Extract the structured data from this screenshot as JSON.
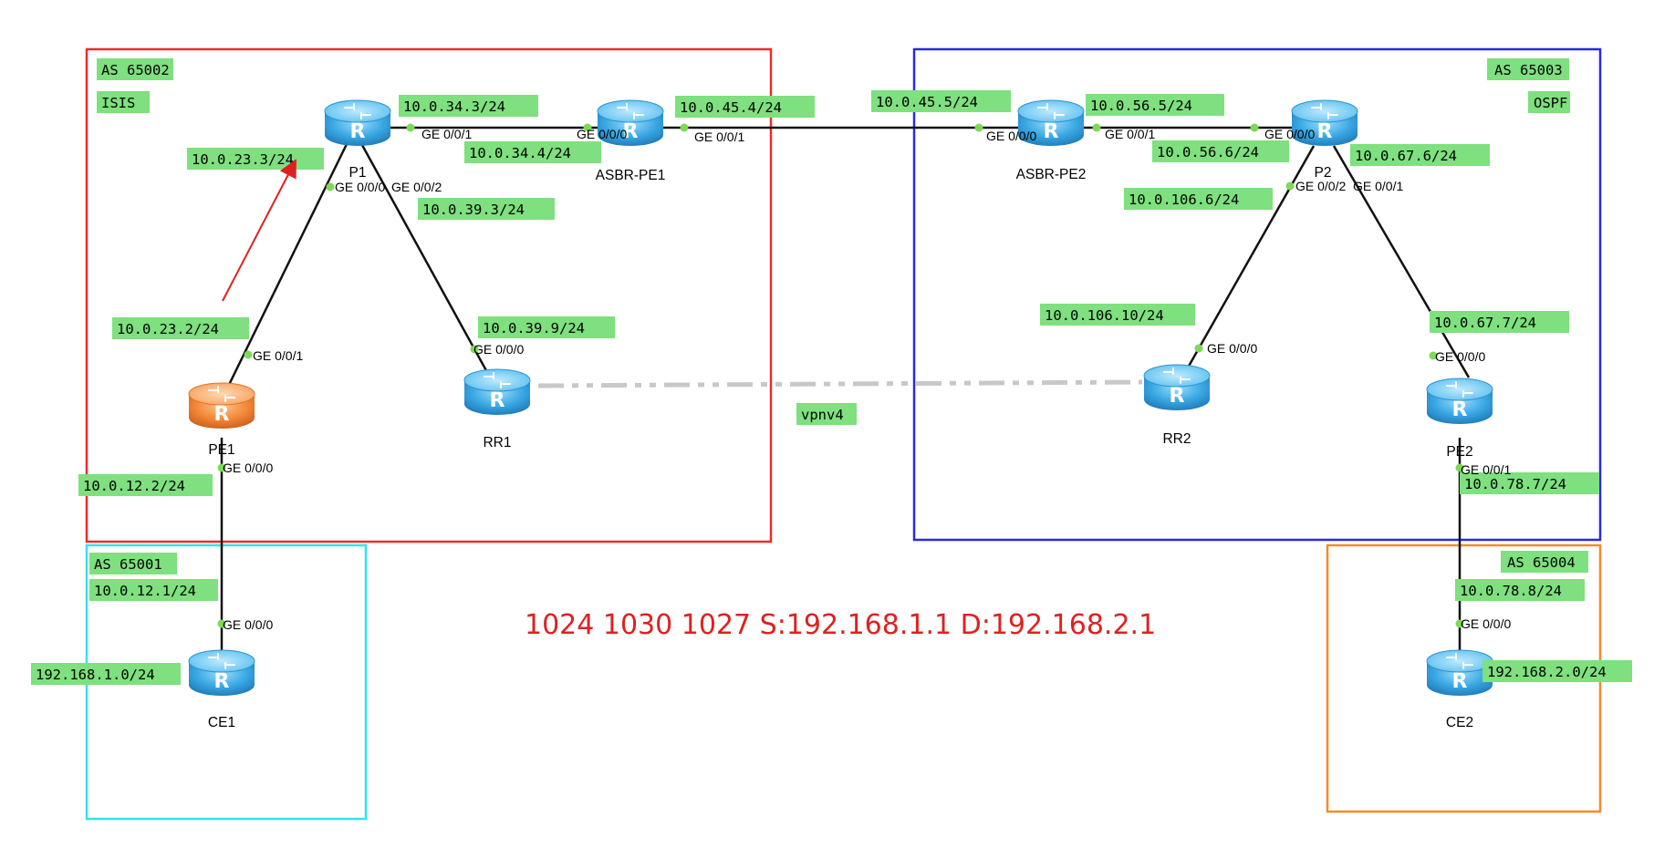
{
  "colors": {
    "as_65002": "#ee2b2b",
    "as_65003": "#2a2ae0",
    "as_65001": "#35e3ee",
    "as_65004": "#f28c28",
    "label_bg": "#7ee07e",
    "link": "#111111",
    "vpnv4_link": "#c8c8c8",
    "port_dot": "#7ed957",
    "router_blue": "#39a9e6",
    "router_orange": "#f08030",
    "note": "#e02020"
  },
  "as_regions": [
    {
      "id": "as65002",
      "as": "AS 65002",
      "protocol": "ISIS"
    },
    {
      "id": "as65003",
      "as": "AS 65003",
      "protocol": "OSPF"
    },
    {
      "id": "as65001",
      "as": "AS 65001",
      "protocol": ""
    },
    {
      "id": "as65004",
      "as": "AS 65004",
      "protocol": ""
    }
  ],
  "routers": [
    {
      "id": "p1",
      "name": "P1",
      "icon": "router-icon-blue"
    },
    {
      "id": "asbr_pe1",
      "name": "ASBR-PE1",
      "icon": "router-icon-blue"
    },
    {
      "id": "asbr_pe2",
      "name": "ASBR-PE2",
      "icon": "router-icon-blue"
    },
    {
      "id": "p2",
      "name": "P2",
      "icon": "router-icon-blue"
    },
    {
      "id": "pe1",
      "name": "PE1",
      "icon": "router-icon-orange"
    },
    {
      "id": "rr1",
      "name": "RR1",
      "icon": "router-icon-blue"
    },
    {
      "id": "rr2",
      "name": "RR2",
      "icon": "router-icon-blue"
    },
    {
      "id": "pe2",
      "name": "PE2",
      "icon": "router-icon-blue"
    },
    {
      "id": "ce1",
      "name": "CE1",
      "icon": "router-icon-blue"
    },
    {
      "id": "ce2",
      "name": "CE2",
      "icon": "router-icon-blue"
    }
  ],
  "links": [
    {
      "id": "p1-asbrpe1",
      "type": "physical"
    },
    {
      "id": "asbrpe1-asbrpe2",
      "type": "physical"
    },
    {
      "id": "asbrpe2-p2",
      "type": "physical"
    },
    {
      "id": "p1-pe1",
      "type": "physical"
    },
    {
      "id": "p1-rr1",
      "type": "physical"
    },
    {
      "id": "p2-rr2",
      "type": "physical"
    },
    {
      "id": "p2-pe2",
      "type": "physical"
    },
    {
      "id": "pe1-ce1",
      "type": "physical"
    },
    {
      "id": "pe2-ce2",
      "type": "physical"
    },
    {
      "id": "rr1-rr2",
      "type": "vpnv4"
    }
  ],
  "ip_labels": {
    "p1_asbr": "10.0.34.3/24",
    "asbr1_p1": "10.0.34.4/24",
    "asbr1_out": "10.0.45.4/24",
    "asbr2_in": "10.0.45.5/24",
    "asbr2_p2": "10.0.56.5/24",
    "p2_asbr": "10.0.56.6/24",
    "p2_pe2": "10.0.67.6/24",
    "p2_rr2": "10.0.106.6/24",
    "rr2_p2": "10.0.106.10/24",
    "pe2_p2": "10.0.67.7/24",
    "pe2_ce": "10.0.78.7/24",
    "ce2_pe": "10.0.78.8/24",
    "ce2_lan": "192.168.2.0/24",
    "p1_pe1": "10.0.23.3/24",
    "p1_rr1": "10.0.39.3/24",
    "pe1_p1": "10.0.23.2/24",
    "rr1_p1": "10.0.39.9/24",
    "pe1_ce": "10.0.12.2/24",
    "ce1_pe": "10.0.12.1/24",
    "ce1_lan": "192.168.1.0/24",
    "vpnv4": "vpnv4"
  },
  "ports": {
    "p1_to_asbr": "GE 0/0/1",
    "asbr1_to_p1": "GE 0/0/0",
    "asbr1_to_asbr2": "GE 0/0/1",
    "asbr2_to_asbr1": "GE 0/0/0",
    "asbr2_to_p2": "GE 0/0/1",
    "p2_to_asbr2": "GE 0/0/0",
    "p1_to_pe1": "GE 0/0/0",
    "p1_to_rr1": "GE 0/0/2",
    "p2_to_rr2": "GE 0/0/2",
    "p2_to_pe2": "GE 0/0/1",
    "pe1_to_p1": "GE 0/0/1",
    "rr1_to_p1": "GE 0/0/0",
    "rr2_to_p2": "GE 0/0/0",
    "pe2_to_p2": "GE 0/0/0",
    "pe1_to_ce1": "GE 0/0/0",
    "pe2_to_ce2": "GE 0/0/1",
    "ce1_to_pe1": "GE 0/0/0",
    "ce2_to_pe2": "GE 0/0/0"
  },
  "annotation": {
    "note": "1024 1030 1027 S:192.168.1.1 D:192.168.2.1",
    "arrow_icon": "red-arrow-icon"
  }
}
